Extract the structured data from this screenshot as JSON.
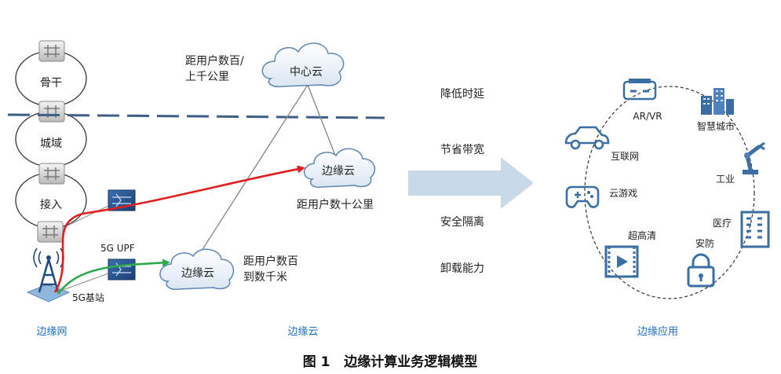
{
  "network": {
    "rings": [
      "骨干",
      "城域",
      "接入"
    ],
    "upf_label": "5G UPF",
    "basestation_label": "5G基站"
  },
  "clouds": {
    "center": "中心云",
    "edge_upper": "边缘云",
    "edge_lower": "边缘云"
  },
  "distances": {
    "center_line1": "距用户数百/",
    "center_line2": "上千公里",
    "edge_upper": "距用户数十公里",
    "edge_lower_line1": "距用户数百",
    "edge_lower_line2": "到数千米"
  },
  "benefits": [
    "降低时延",
    "节省带宽",
    "安全隔离",
    "卸载能力"
  ],
  "applications": [
    "AR/VR",
    "智慧城市",
    "互联网",
    "工业",
    "云游戏",
    "医疗",
    "超高清",
    "安防"
  ],
  "sections": [
    "边缘网",
    "边缘云",
    "边缘应用"
  ],
  "caption": "图 1   边缘计算业务逻辑模型",
  "colors": {
    "red_path": "#e02020",
    "green_path": "#2fa84f",
    "arrow": "#c9d9ea",
    "icon_blue": "#3a6ea5",
    "section_text": "#1a6fbf",
    "dash_line": "#3f5f86"
  }
}
